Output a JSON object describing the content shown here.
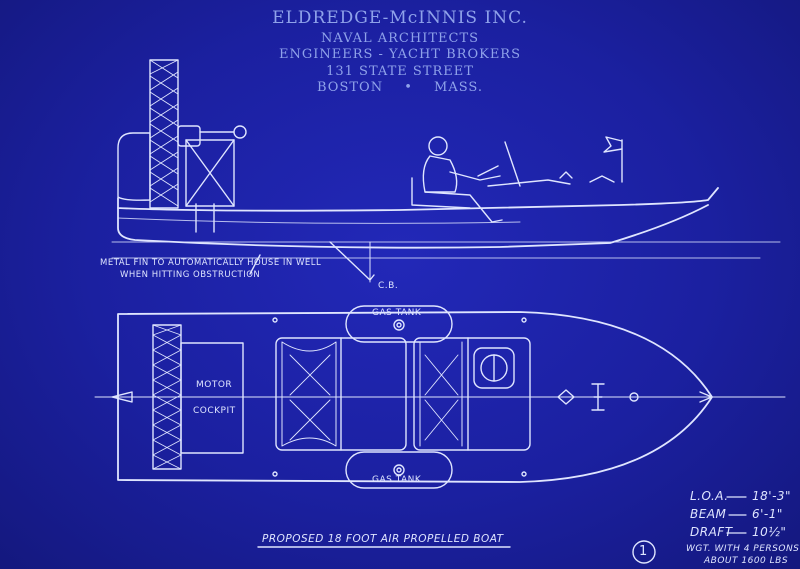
{
  "header": {
    "firm": "ELDREDGE-McINNIS INC.",
    "line1": "NAVAL ARCHITECTS",
    "line2": "ENGINEERS - YACHT BROKERS",
    "address": "131 STATE STREET",
    "city": "BOSTON",
    "separator": "•",
    "state": "MASS."
  },
  "notes": {
    "fin_line1": "METAL FIN TO AUTOMATICALLY HOUSE IN WELL",
    "fin_line2": "WHEN HITTING OBSTRUCTION",
    "cb": "C.B."
  },
  "plan_labels": {
    "gas_tank_top": "GAS TANK",
    "gas_tank_bottom": "GAS TANK",
    "motor": "MOTOR",
    "cockpit": "COCKPIT"
  },
  "specs": [
    {
      "label": "L.O.A.",
      "value": "18'-3\""
    },
    {
      "label": "BEAM",
      "value": "6'-1\""
    },
    {
      "label": "DRAFT",
      "value": "10½\""
    }
  ],
  "weight_line1": "WGT. WITH 4 PERSONS",
  "weight_line2": "ABOUT 1600 LBS",
  "title": "PROPOSED 18 FOOT AIR PROPELLED BOAT",
  "sheet_number": "1",
  "colors": {
    "paper": "#1b20a0",
    "line": "#dfe5ff",
    "stamp": "#8fa2ea"
  }
}
